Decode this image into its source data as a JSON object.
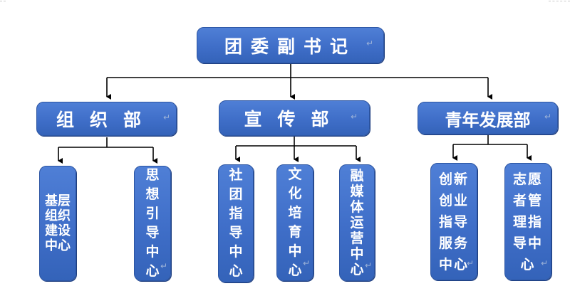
{
  "top": {
    "label": "团委副书记"
  },
  "departments": [
    {
      "label": "组织部",
      "spaced": true,
      "children": [
        "基层组织建设中心",
        "思想引导中心"
      ]
    },
    {
      "label": "宣传部",
      "spaced": true,
      "children": [
        "社团指导中心",
        "文化培育中心",
        "融媒体运营中心"
      ]
    },
    {
      "label": "青年发展部",
      "spaced": false,
      "children": [
        "创新创业指导服务中心",
        "志愿者管理指导中心"
      ]
    }
  ],
  "paragraph_mark": "↵",
  "colors": {
    "box_fill": "#4575cf",
    "box_border": "#2c55a2",
    "text": "#ffffff",
    "connector": "#000000"
  }
}
